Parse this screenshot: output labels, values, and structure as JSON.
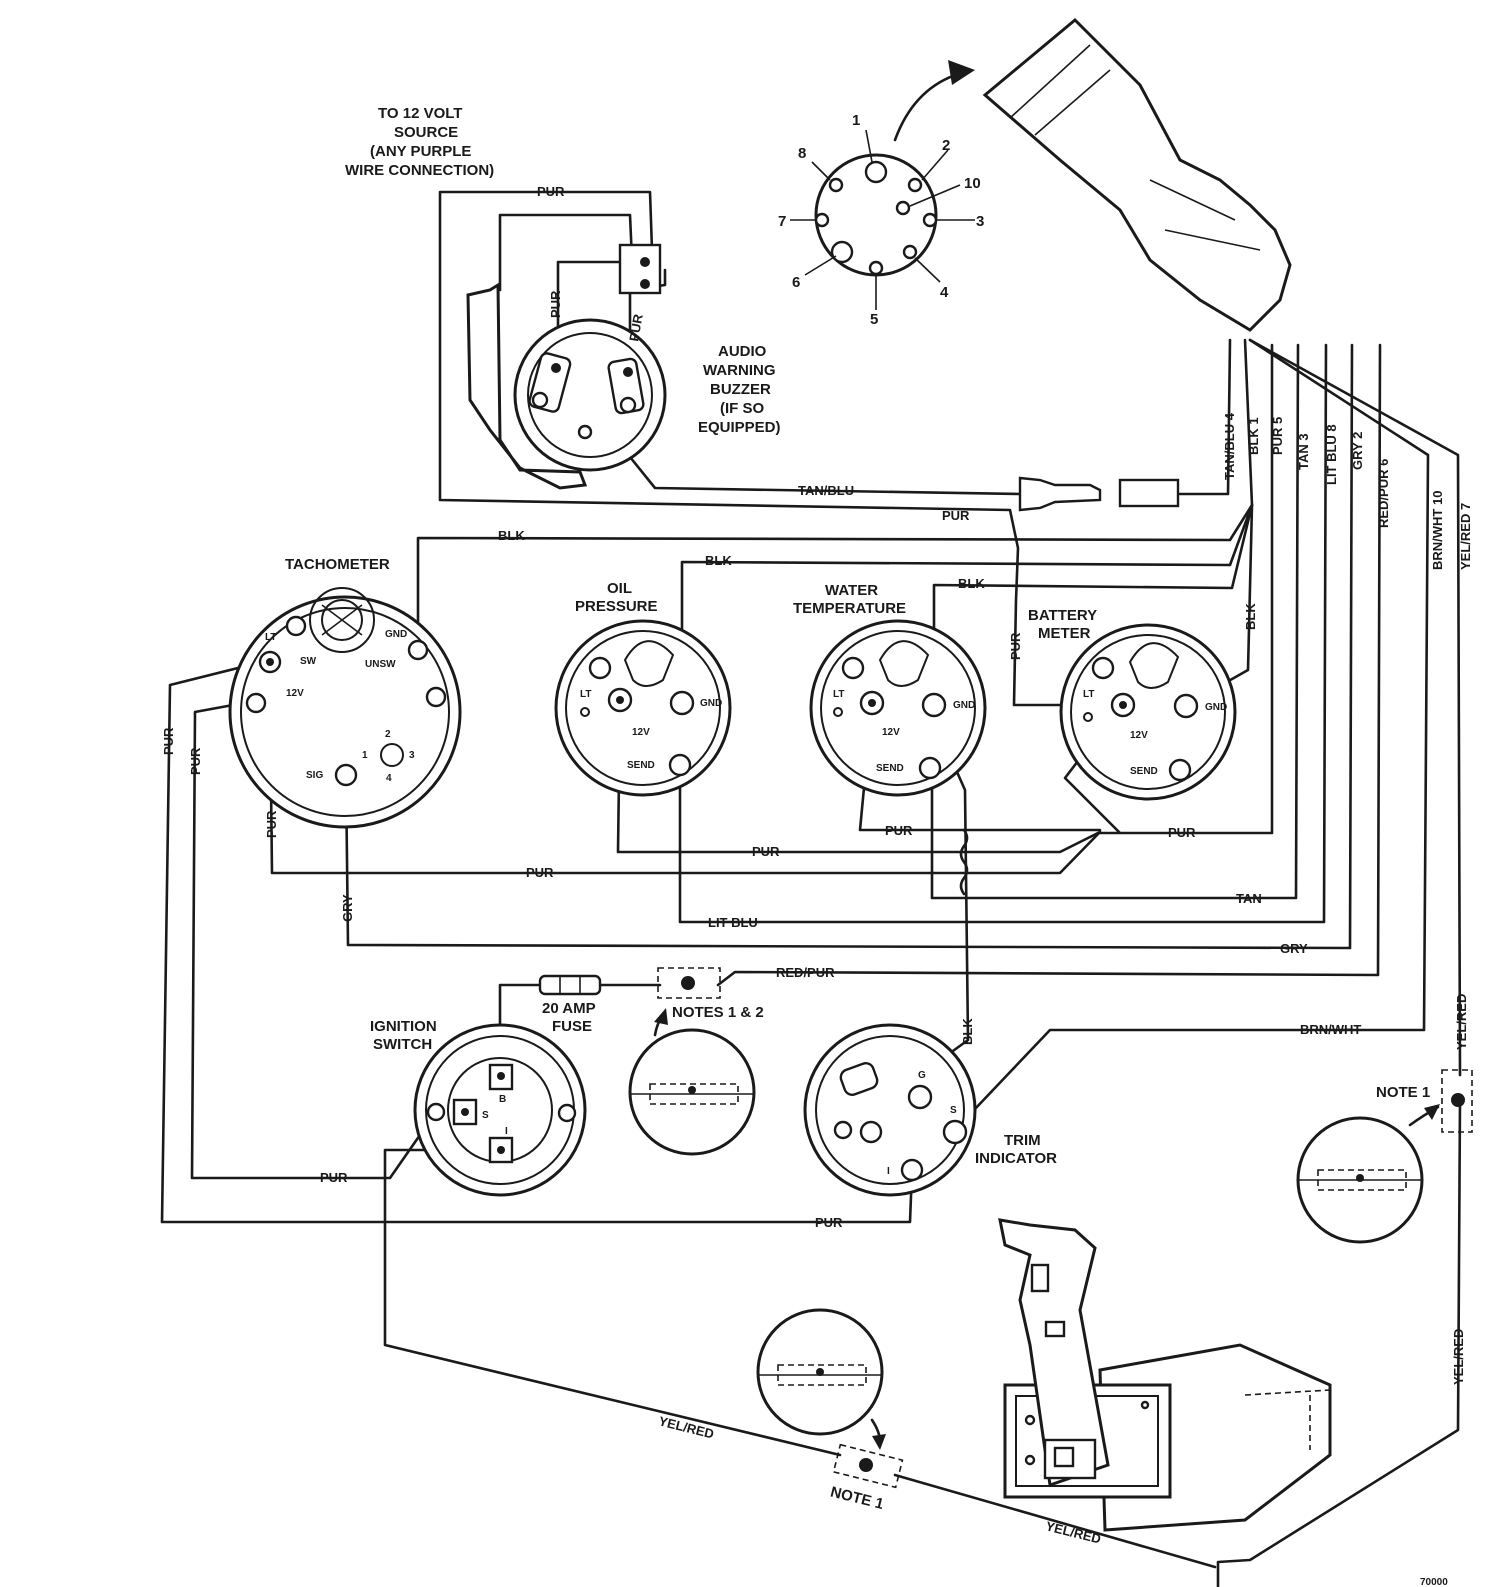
{
  "labels": {
    "source": [
      "TO 12 VOLT",
      "SOURCE",
      "(ANY PURPLE",
      "WIRE CONNECTION)"
    ],
    "buzzer": [
      "AUDIO",
      "WARNING",
      "BUZZER",
      "(IF SO",
      "EQUIPPED)"
    ],
    "tachometer": "TACHOMETER",
    "oil_pressure": [
      "OIL",
      "PRESSURE"
    ],
    "water_temp": [
      "WATER",
      "TEMPERATURE"
    ],
    "battery_meter": [
      "BATTERY",
      "METER"
    ],
    "ignition_switch": [
      "IGNITION",
      "SWITCH"
    ],
    "trim_indicator": [
      "TRIM",
      "INDICATOR"
    ],
    "fuse": [
      "20 AMP",
      "FUSE"
    ],
    "notes_1_2": "NOTES 1 & 2",
    "note_1": "NOTE 1",
    "note_1b": "NOTE 1",
    "fig_no": "70000"
  },
  "connector_pins": [
    "1",
    "2",
    "10",
    "3",
    "4",
    "5",
    "6",
    "7",
    "8"
  ],
  "harness_wires": [
    "TAN/BLU 4",
    "BLK 1",
    "PUR 5",
    "TAN 3",
    "LIT BLU 8",
    "GRY 2",
    "RED/PUR 6",
    "BRN/WHT 10",
    "YEL/RED 7"
  ],
  "wire_labels": {
    "pur": "PUR",
    "tan_blu": "TAN/BLU",
    "blk": "BLK",
    "tan": "TAN",
    "lit_blu": "LIT BLU",
    "gry": "GRY",
    "red_pur": "RED/PUR",
    "brn_wht": "BRN/WHT",
    "yel_red": "YEL/RED"
  },
  "terminals": {
    "lt": "LT",
    "sw": "SW",
    "gnd": "GND",
    "unsw": "UNSW",
    "v12": "12V",
    "sig": "SIG",
    "send": "SEND",
    "b": "B",
    "s": "S",
    "i": "I",
    "g": "G",
    "t1": "1",
    "t2": "2",
    "t3": "3",
    "t4": "4"
  }
}
